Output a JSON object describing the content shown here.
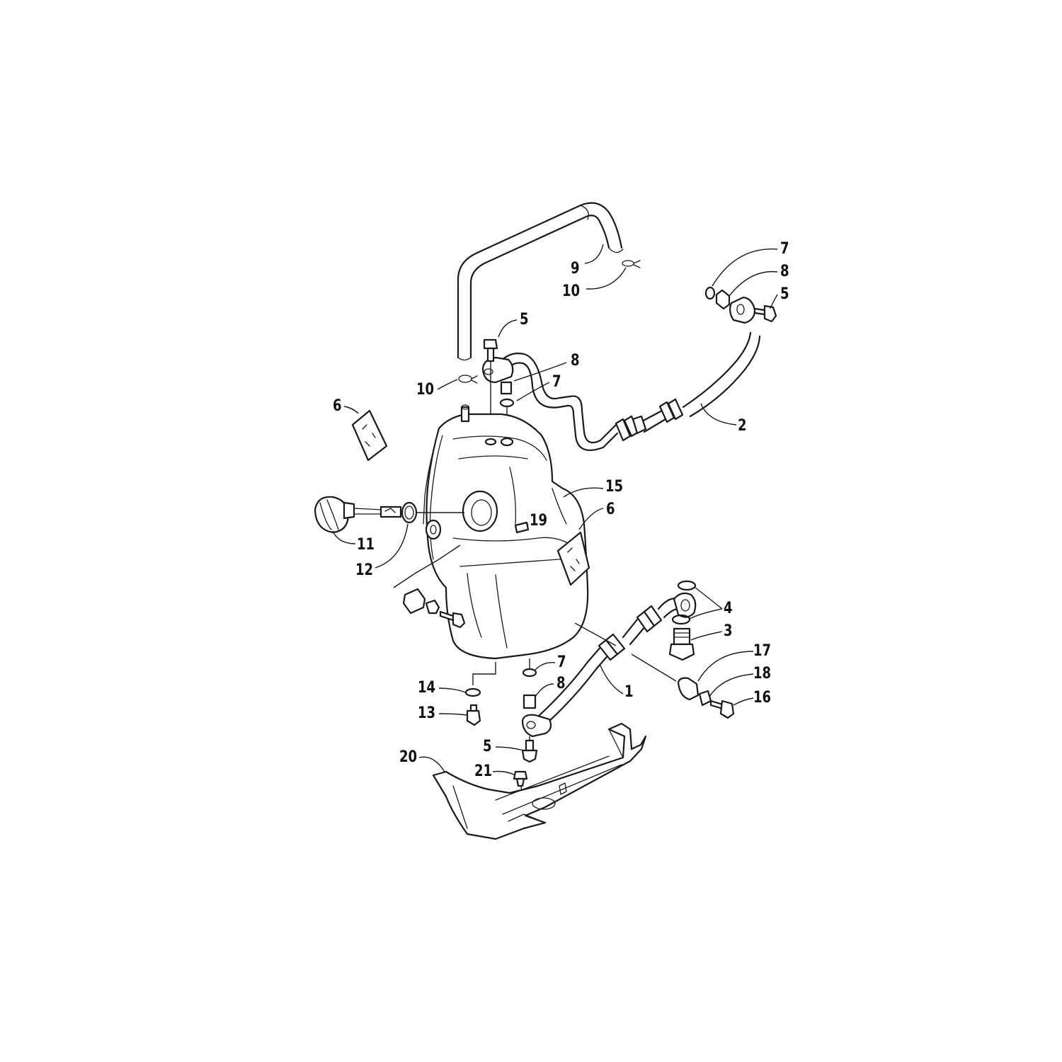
{
  "callouts": [
    {
      "id": "c9",
      "text": "9"
    },
    {
      "id": "c10a",
      "text": "10"
    },
    {
      "id": "c7a",
      "text": "7"
    },
    {
      "id": "c8a",
      "text": "8"
    },
    {
      "id": "c5a",
      "text": "5"
    },
    {
      "id": "c5b",
      "text": "5"
    },
    {
      "id": "c8b",
      "text": "8"
    },
    {
      "id": "c7b",
      "text": "7"
    },
    {
      "id": "c10b",
      "text": "10"
    },
    {
      "id": "c6a",
      "text": "6"
    },
    {
      "id": "c2",
      "text": "2"
    },
    {
      "id": "c15",
      "text": "15"
    },
    {
      "id": "c6b",
      "text": "6"
    },
    {
      "id": "c19",
      "text": "19"
    },
    {
      "id": "c11",
      "text": "11"
    },
    {
      "id": "c12",
      "text": "12"
    },
    {
      "id": "c4",
      "text": "4"
    },
    {
      "id": "c3",
      "text": "3"
    },
    {
      "id": "c17",
      "text": "17"
    },
    {
      "id": "c18",
      "text": "18"
    },
    {
      "id": "c16",
      "text": "16"
    },
    {
      "id": "c7c",
      "text": "7"
    },
    {
      "id": "c8c",
      "text": "8"
    },
    {
      "id": "c1",
      "text": "1"
    },
    {
      "id": "c14",
      "text": "14"
    },
    {
      "id": "c13",
      "text": "13"
    },
    {
      "id": "c5c",
      "text": "5"
    },
    {
      "id": "c20",
      "text": "20"
    },
    {
      "id": "c21",
      "text": "21"
    }
  ]
}
